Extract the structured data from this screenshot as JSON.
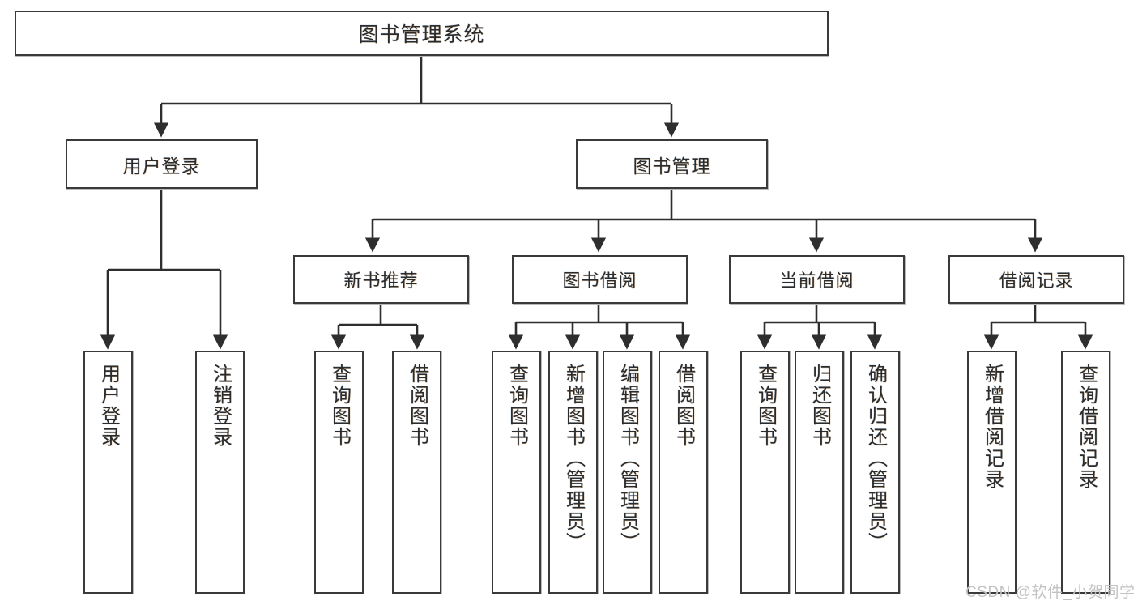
{
  "diagram": {
    "title": "图书管理系统",
    "type": "tree",
    "root": {
      "label": "图书管理系统"
    },
    "level2": [
      {
        "label": "用户登录"
      },
      {
        "label": "图书管理"
      }
    ],
    "level3": [
      {
        "label": "新书推荐"
      },
      {
        "label": "图书借阅"
      },
      {
        "label": "当前借阅"
      },
      {
        "label": "借阅记录"
      }
    ],
    "leaves": {
      "user_login": [
        {
          "label": "用户登录"
        },
        {
          "label": "注销登录"
        }
      ],
      "new_book_recommend": [
        {
          "label": "查询图书"
        },
        {
          "label": "借阅图书"
        }
      ],
      "book_borrow": [
        {
          "label": "查询图书"
        },
        {
          "label": "新增图书（管理员）"
        },
        {
          "label": "编辑图书（管理员）"
        },
        {
          "label": "借阅图书"
        }
      ],
      "current_borrow": [
        {
          "label": "查询图书"
        },
        {
          "label": "归还图书"
        },
        {
          "label": "确认归还（管理员）"
        }
      ],
      "borrow_record": [
        {
          "label": "新增借阅记录"
        },
        {
          "label": "查询借阅记录"
        }
      ]
    }
  },
  "watermark": {
    "text": "CSDN @软件_小贺同学"
  },
  "colors": {
    "box_border": "#3a3a3a",
    "background": "#ffffff",
    "connector": "#2e2e2e",
    "watermark": "#c2c2c2"
  }
}
